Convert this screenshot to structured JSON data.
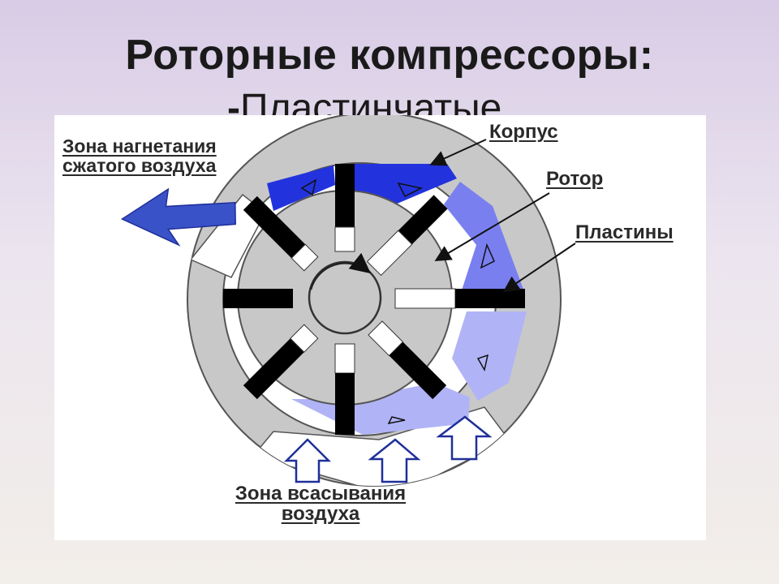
{
  "slide": {
    "title": "Роторные компрессоры:",
    "subtitle_dash": "-",
    "subtitle": "Пластинчатые"
  },
  "diagram": {
    "labels": {
      "discharge_zone_line1": "Зона нагнетания",
      "discharge_zone_line2": "сжатого воздуха",
      "housing": "Корпус",
      "rotor": "Ротор",
      "vanes": "Пластины",
      "suction_zone_line1": "Зона всасывания",
      "suction_zone_line2": "воздуха"
    },
    "colors": {
      "housing": "#c8c8c8",
      "rotor": "#c8c8c8",
      "vane": "#000000",
      "pocket_dark": "#2233dd",
      "pocket_mid": "#7a7ff0",
      "pocket_light": "#b0b4f6",
      "arrow_out": "#3a52c8",
      "arrow_in": "#1e2f9a"
    },
    "vane_count": 8
  }
}
